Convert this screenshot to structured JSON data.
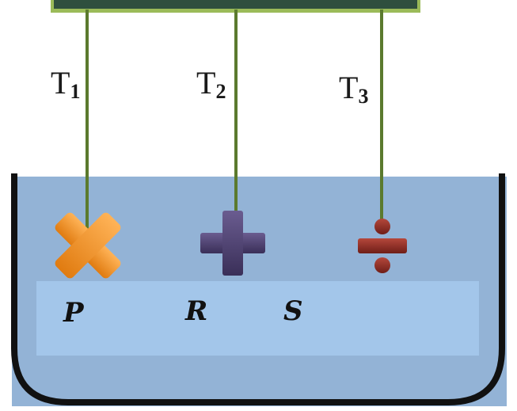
{
  "diagram": {
    "strings": [
      {
        "base": "T",
        "sub": "1"
      },
      {
        "base": "T",
        "sub": "2"
      },
      {
        "base": "T",
        "sub": "3"
      }
    ],
    "objects": [
      {
        "label": "P",
        "shape": "multiply-icon"
      },
      {
        "label": "R",
        "shape": "plus-icon"
      },
      {
        "label": "S",
        "shape": "divide-icon"
      }
    ],
    "colors": {
      "support_bar": "#2f4f3e",
      "support_border": "#9bbb59",
      "string": "#5b7a2e",
      "liquid": "#93b3d6",
      "liquid_band": "#a3c6ea",
      "beaker_outline": "#111111",
      "multiply_shape": "#f28c28",
      "plus_shape": "#4b3f6b",
      "divide_shape": "#8b2a22"
    }
  }
}
